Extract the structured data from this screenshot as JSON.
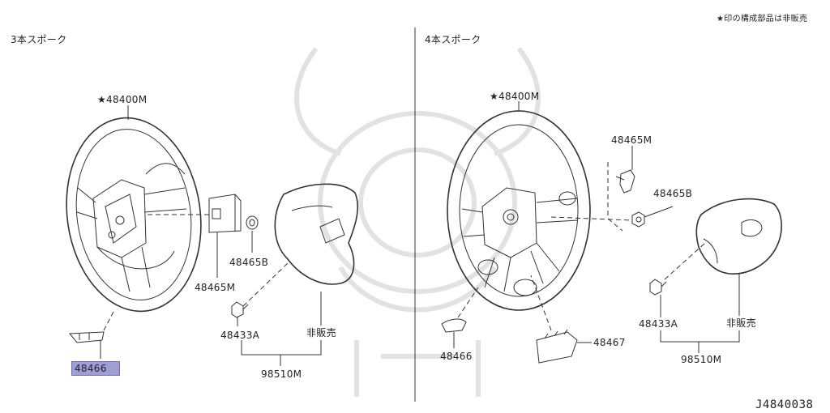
{
  "header": {
    "note": "★印の構成部品は非販売",
    "diagram_code": "J4840038"
  },
  "left_panel": {
    "title": "3本スポーク",
    "labels": {
      "wheel": "★48400M",
      "horn_pad_switch": "48465M",
      "nut": "48465B",
      "bolt": "48433A",
      "not_sold": "非販売",
      "airbag_module": "98510M",
      "finisher_selected": "48466"
    }
  },
  "right_panel": {
    "title": "4本スポーク",
    "labels": {
      "wheel": "★48400M",
      "horn_pad_switch": "48465M",
      "nut": "48465B",
      "bolt": "48433A",
      "not_sold": "非販売",
      "airbag_module": "98510M",
      "finisher": "48466",
      "cover": "48467"
    }
  },
  "colors": {
    "highlight": "#9f9fd6",
    "line": "#333333",
    "watermark": "#e2e2e2"
  }
}
